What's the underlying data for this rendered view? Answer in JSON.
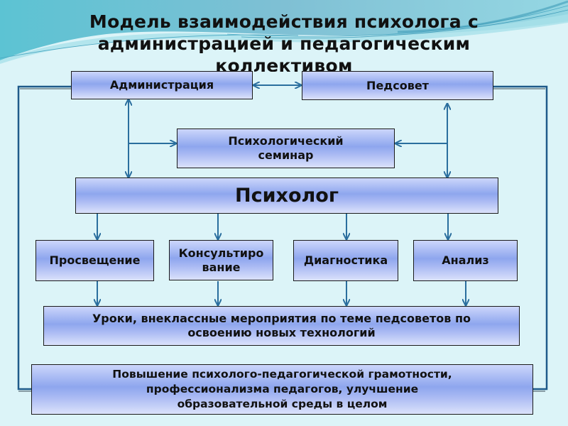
{
  "slide": {
    "title": "Модель взаимодействия психолога с администрацией и педагогическим коллективом"
  },
  "nodes": {
    "administration": "Администрация",
    "pedsovet": "Педсовет",
    "seminar": "Психологический семинар",
    "psychologist": "Психолог",
    "enlightenment": "Просвещение",
    "consulting": "Консультирование",
    "diagnostics": "Диагностика",
    "analysis": "Анализ",
    "lessons": "Уроки, внеклассные мероприятия по теме педсоветов по освоению новых технологий",
    "outcome": "Повышение психолого-педагогической грамотности, профессионализма педагогов, улучшение образовательной среды в целом"
  },
  "colors": {
    "background": "#dcf4f8",
    "box_top": "#ccd6fb",
    "box_mid": "#8ea6ee",
    "arrow": "#2a6e9e",
    "frame_line": "#1f5a8a"
  }
}
